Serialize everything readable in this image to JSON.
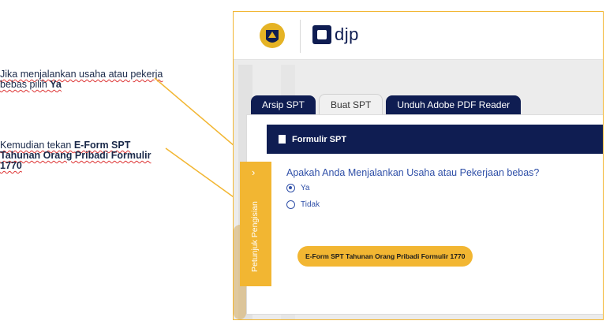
{
  "annotations": {
    "note1_part1": "Jika menjalankan usaha atau pekerja bebas pilih ",
    "note1_bold": "Ya",
    "note2_part1": "Kemudian tekan ",
    "note2_bold": "E-Form SPT Tahunan Orang Pribadi Formulir 1770"
  },
  "header": {
    "brand": "djp"
  },
  "tabs": [
    "Arsip SPT",
    "Buat SPT",
    "Unduh Adobe PDF Reader"
  ],
  "panel": {
    "title": "Formulir SPT",
    "question": "Apakah Anda Menjalankan Usaha atau Pekerjaan bebas?",
    "option_yes": "Ya",
    "option_no": "Tidak",
    "eform_button": "E-Form SPT Tahunan Orang Pribadi Formulir 1770"
  },
  "side_tab": {
    "label": "Petunjuk Pengisian",
    "chevron": "›"
  },
  "colors": {
    "accent": "#f2b632",
    "navy": "#0f1d52",
    "link_blue": "#3050a8"
  }
}
